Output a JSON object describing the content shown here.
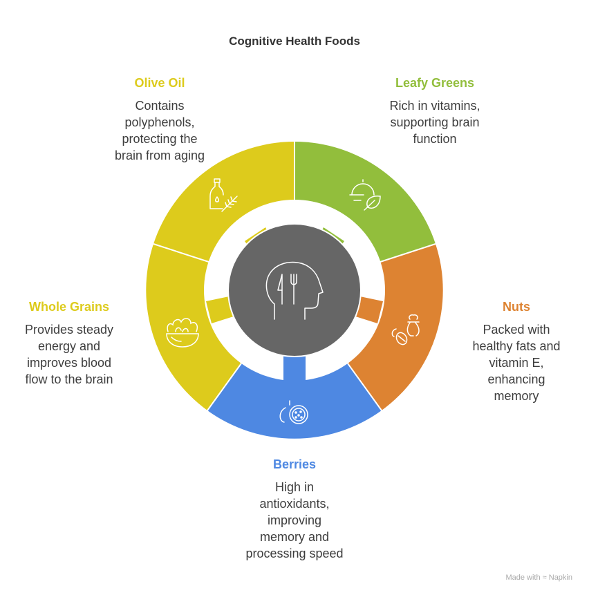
{
  "title": "Cognitive Health Foods",
  "center": {
    "icon": "head-with-fork-and-knife-icon",
    "color": "#666666"
  },
  "segments": [
    {
      "name": "Leafy Greens",
      "description": "Rich in vitamins, supporting brain function",
      "color": "#92BE3C",
      "icon": "cloche-leaf-icon"
    },
    {
      "name": "Nuts",
      "description": "Packed with healthy fats and vitamin E, enhancing memory",
      "color": "#DD8332",
      "icon": "nuts-jar-icon"
    },
    {
      "name": "Berries",
      "description": "High in antioxidants, improving memory and processing speed",
      "color": "#4E88E2",
      "icon": "berry-icon"
    },
    {
      "name": "Whole Grains",
      "description": "Provides steady energy and improves blood flow to the brain",
      "color": "#DDCB1C",
      "icon": "salad-bowl-icon"
    },
    {
      "name": "Olive Oil",
      "description": "Contains polyphenols, protecting the brain from aging",
      "color": "#DDCB1C",
      "icon": "oil-bottle-herb-icon"
    }
  ],
  "labels": {
    "olive_oil": {
      "title": "Olive Oil",
      "lines": [
        "Contains",
        "polyphenols,",
        "protecting the",
        "brain from aging"
      ]
    },
    "leafy_greens": {
      "title": "Leafy Greens",
      "lines": [
        "Rich in vitamins,",
        "supporting brain",
        "function"
      ]
    },
    "whole_grains": {
      "title": "Whole Grains",
      "lines": [
        "Provides steady",
        "energy and",
        "improves blood",
        "flow to the brain"
      ]
    },
    "nuts": {
      "title": "Nuts",
      "lines": [
        "Packed with",
        "healthy fats and",
        "vitamin E,",
        "enhancing",
        "memory"
      ]
    },
    "berries": {
      "title": "Berries",
      "lines": [
        "High in",
        "antioxidants,",
        "improving",
        "memory and",
        "processing speed"
      ]
    }
  },
  "footer": {
    "text": "Made with",
    "brand": "Napkin"
  }
}
